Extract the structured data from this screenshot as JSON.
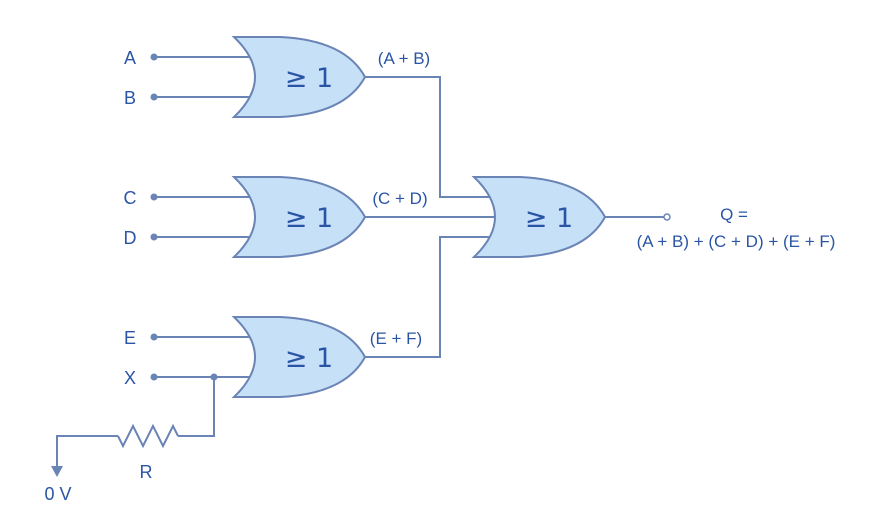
{
  "inputs": {
    "a": "A",
    "b": "B",
    "c": "C",
    "d": "D",
    "e": "E",
    "x": "X"
  },
  "gates": {
    "or1": {
      "symbol": "≥ 1"
    },
    "or2": {
      "symbol": "≥ 1"
    },
    "or3": {
      "symbol": "≥ 1"
    },
    "or_final": {
      "symbol": "≥ 1"
    }
  },
  "intermediate": {
    "ab": "(A + B)",
    "cd": "(C + D)",
    "ef": "(E + F)"
  },
  "output": {
    "line1": "Q =",
    "line2": "(A + B) + (C + D) + (E + F)"
  },
  "resistor": {
    "label": "R"
  },
  "ground": {
    "label": "0 V"
  },
  "colors": {
    "wire": "#6a84b6",
    "gate_fill": "#c6e1f7",
    "text": "#2a55a6"
  }
}
